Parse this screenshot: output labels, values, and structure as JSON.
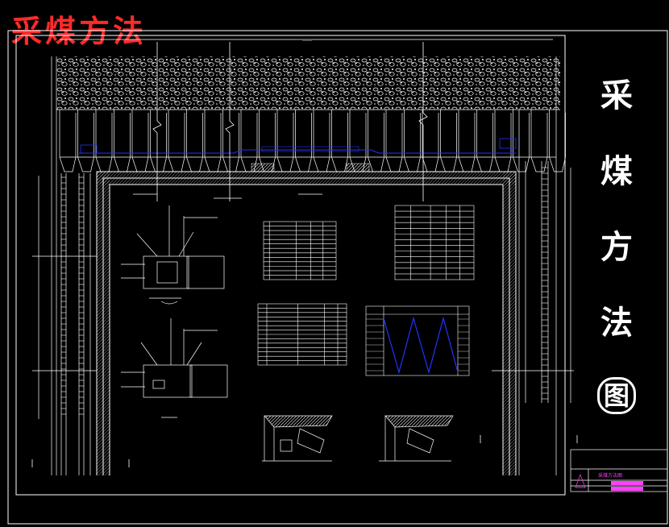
{
  "watermark": "采煤方法",
  "side_title": [
    "采",
    "煤",
    "方",
    "法",
    "图"
  ],
  "title_block": {
    "drawing_name": "采煤方法图"
  },
  "colors": {
    "background": "#000000",
    "lines": "#ffffff",
    "accent_blue": "#2233ff",
    "watermark_red": "#ff2a2a",
    "title_block_magenta": "#ff40ff"
  }
}
